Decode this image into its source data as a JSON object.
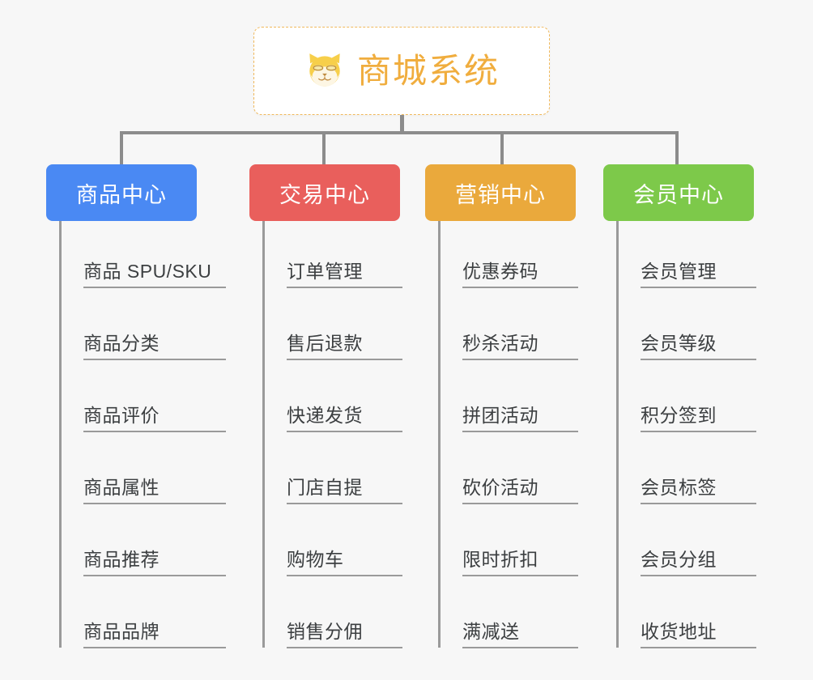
{
  "diagram": {
    "type": "mindmap",
    "background_color": "#f7f7f7",
    "root": {
      "title": "商城系统",
      "icon": "shiba-inu-icon",
      "title_color": "#f0ad3e",
      "border_color": "#f0b95c",
      "background_color": "#ffffff"
    },
    "connector_color": "#8c8c8c",
    "branches": [
      {
        "label": "商品中心",
        "color": "#4a89f3",
        "items": [
          "商品 SPU/SKU",
          "商品分类",
          "商品评价",
          "商品属性",
          "商品推荐",
          "商品品牌"
        ]
      },
      {
        "label": "交易中心",
        "color": "#e95f5c",
        "items": [
          "订单管理",
          "售后退款",
          "快递发货",
          "门店自提",
          "购物车",
          "销售分佣"
        ]
      },
      {
        "label": "营销中心",
        "color": "#eaa93c",
        "items": [
          "优惠券码",
          "秒杀活动",
          "拼团活动",
          "砍价活动",
          "限时折扣",
          "满减送"
        ]
      },
      {
        "label": "会员中心",
        "color": "#7dc94a",
        "items": [
          "会员管理",
          "会员等级",
          "积分签到",
          "会员标签",
          "会员分组",
          "收货地址"
        ]
      }
    ]
  }
}
